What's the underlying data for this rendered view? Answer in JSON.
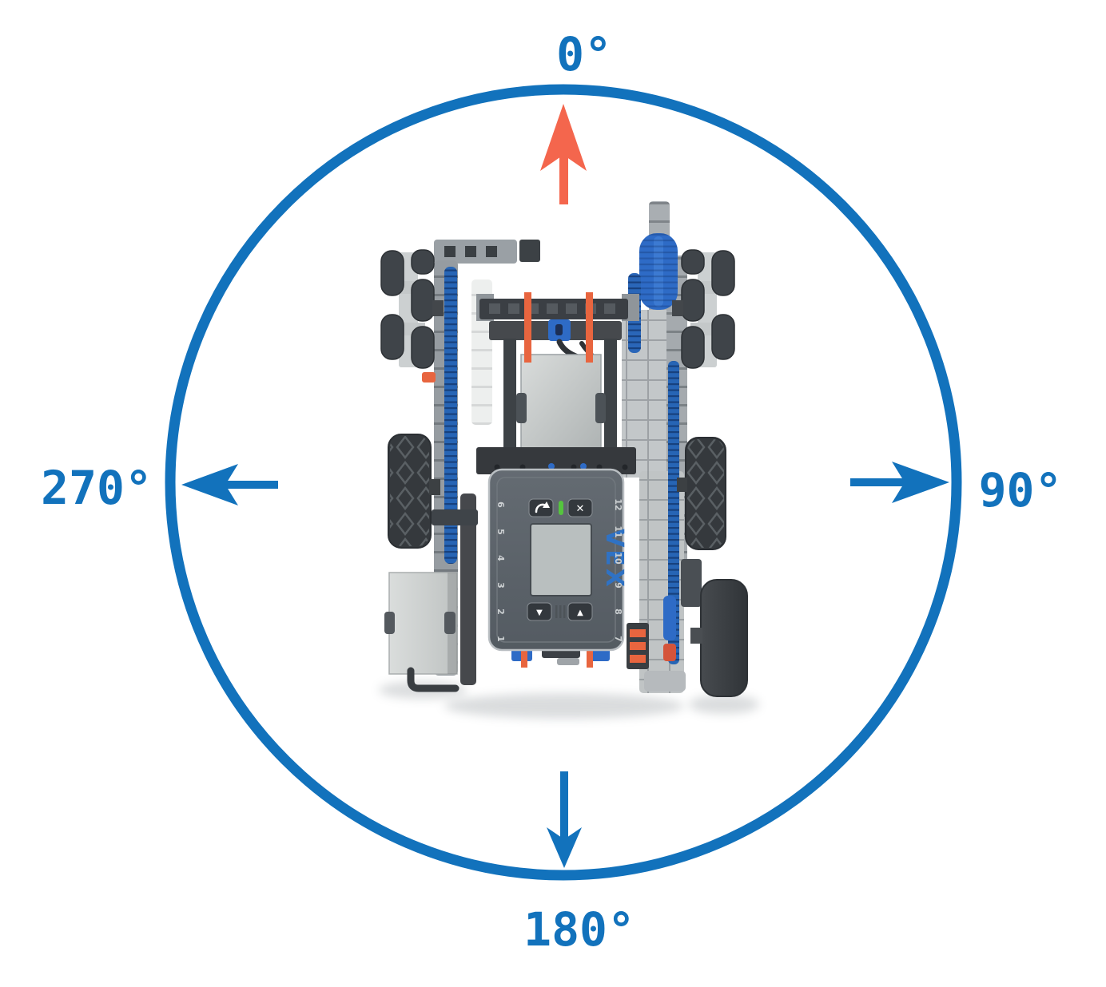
{
  "compass": {
    "labels": {
      "top": "0°",
      "right": "90°",
      "bottom": "180°",
      "left": "270°"
    },
    "circle_color": "#1272BC",
    "heading_arrow_color": "#F4664D",
    "direction_arrow_color": "#1272BC",
    "arrows": [
      {
        "name": "heading-arrow",
        "direction": "up",
        "points_to": "0°",
        "color": "#F4664D"
      },
      {
        "name": "right-arrow",
        "direction": "right",
        "points_to": "90°",
        "color": "#1272BC"
      },
      {
        "name": "down-arrow",
        "direction": "down",
        "points_to": "180°",
        "color": "#1272BC"
      },
      {
        "name": "left-arrow",
        "direction": "left",
        "points_to": "270°",
        "color": "#1272BC"
      }
    ]
  },
  "robot": {
    "brain": {
      "logo": "VEX",
      "ports_left": [
        "6",
        "5",
        "4",
        "3",
        "2",
        "1"
      ],
      "ports_right": [
        "12",
        "11",
        "10",
        "9",
        "8",
        "7"
      ],
      "buttons": {
        "close": "✕",
        "up": "▲",
        "down": "▼"
      },
      "led_color": "#55c43e"
    },
    "accent_colors": {
      "vex_blue_parts": "#2e6bc6",
      "orange_pins": "#e8653f",
      "beam_gray": "#9aa0a5"
    }
  }
}
